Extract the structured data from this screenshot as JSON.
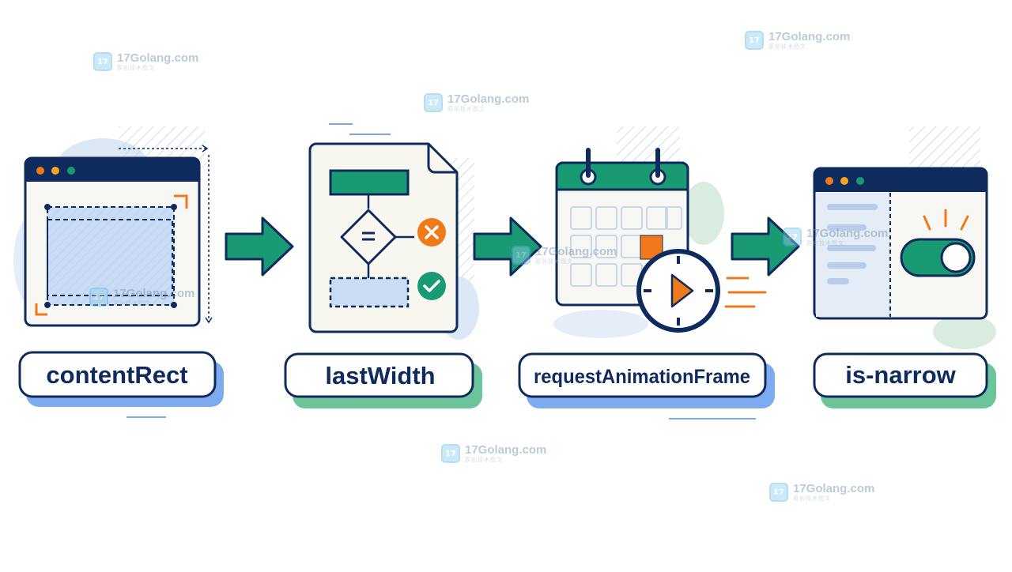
{
  "steps": [
    {
      "label": "contentRect"
    },
    {
      "label": "lastWidth"
    },
    {
      "label": "requestAnimationFrame"
    },
    {
      "label": "is-narrow"
    }
  ],
  "watermark": {
    "name": "17Golang.com",
    "sub": "原创技术图文"
  },
  "colors": {
    "navy": "#0f2a5c",
    "green": "#1a9a72",
    "orange": "#f07a1a",
    "light_blue": "#c9dcf3",
    "shadow_blue": "#7eaaf0",
    "shadow_green": "#6cc59a"
  }
}
